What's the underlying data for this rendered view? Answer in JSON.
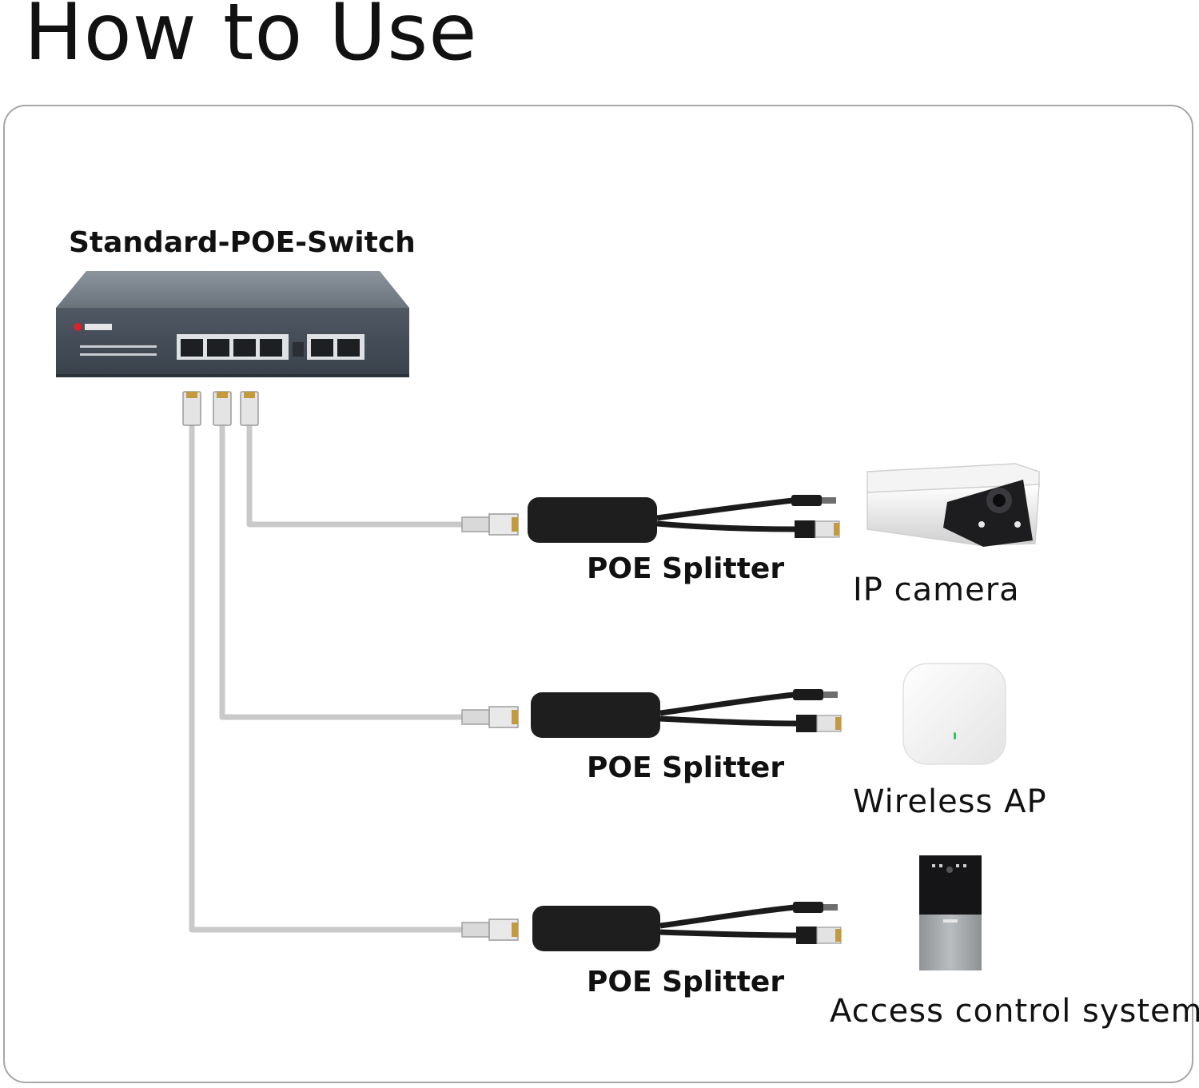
{
  "title": "How to Use",
  "switch": {
    "label": "Standard-POE-Switch"
  },
  "rows": [
    {
      "splitter_label": "POE Splitter",
      "device_label": "IP camera",
      "device_icon": "ip-camera-icon"
    },
    {
      "splitter_label": "POE Splitter",
      "device_label": "Wireless AP",
      "device_icon": "wireless-ap-icon"
    },
    {
      "splitter_label": "POE Splitter",
      "device_label": "Access control system",
      "device_icon": "access-control-panel-icon"
    }
  ],
  "colors": {
    "cable": "#c9c9c9",
    "splitter": "#1e1e1e",
    "switch_body": "#4a525c",
    "frame_border": "#a6a6a6"
  }
}
